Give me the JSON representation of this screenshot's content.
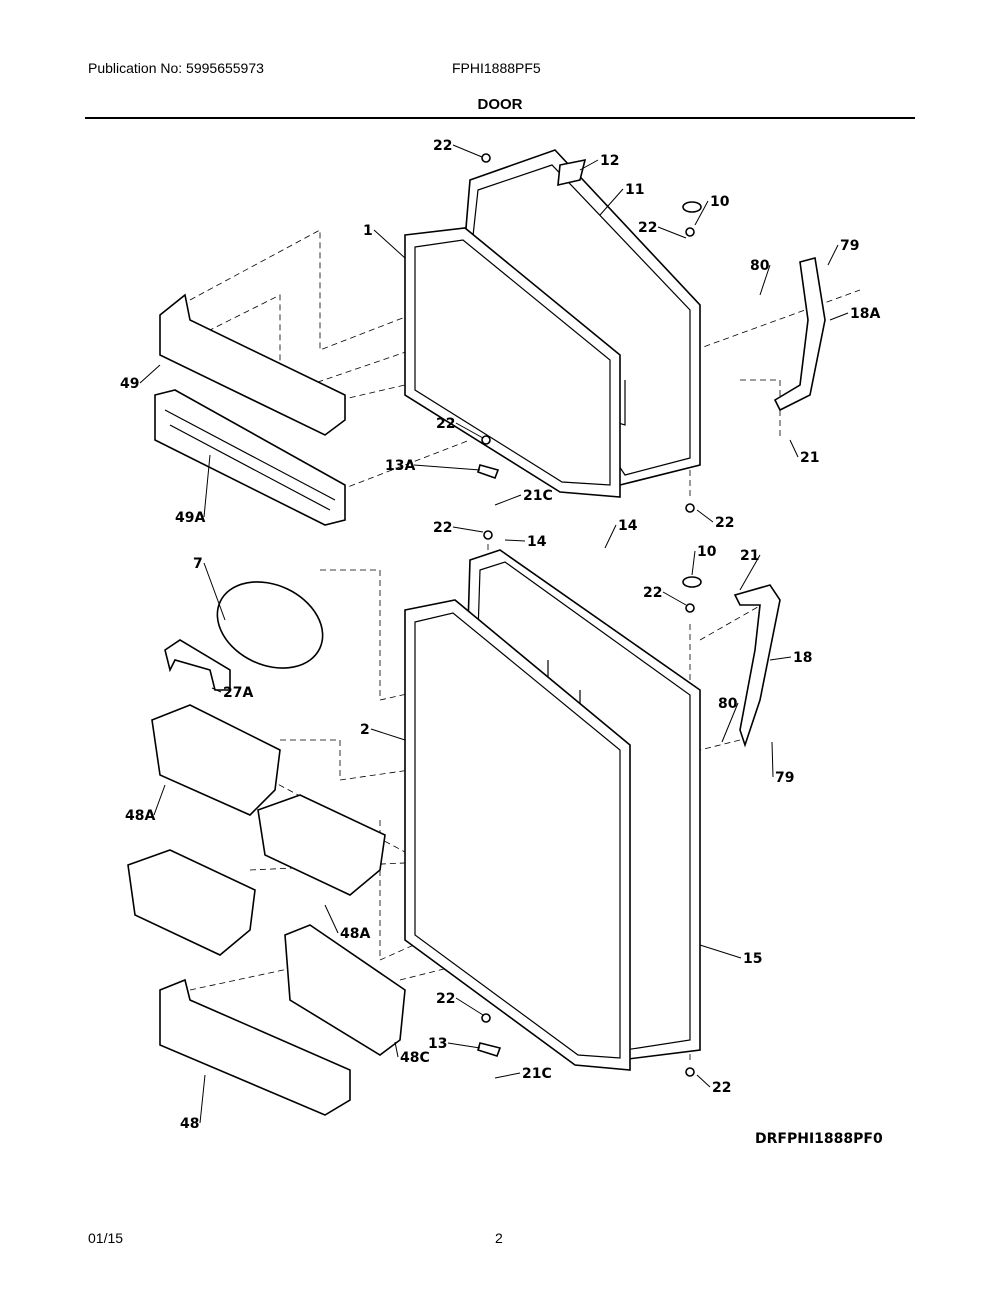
{
  "header": {
    "publication": "Publication No: 5995655973",
    "model": "FPHI1888PF5",
    "section_title": "DOOR"
  },
  "footer": {
    "date": "01/15",
    "page": "2"
  },
  "diagram": {
    "drawing_id": "DRFPHI1888PF0",
    "callouts": [
      "22",
      "12",
      "11",
      "10",
      "22",
      "1",
      "79",
      "80",
      "18A",
      "49",
      "22",
      "13A",
      "21C",
      "21",
      "49A",
      "22",
      "22",
      "14",
      "14",
      "7",
      "10",
      "21",
      "22",
      "18",
      "27A",
      "80",
      "2",
      "79",
      "48A",
      "48A",
      "15",
      "22",
      "13",
      "21C",
      "48C",
      "22",
      "48"
    ]
  }
}
